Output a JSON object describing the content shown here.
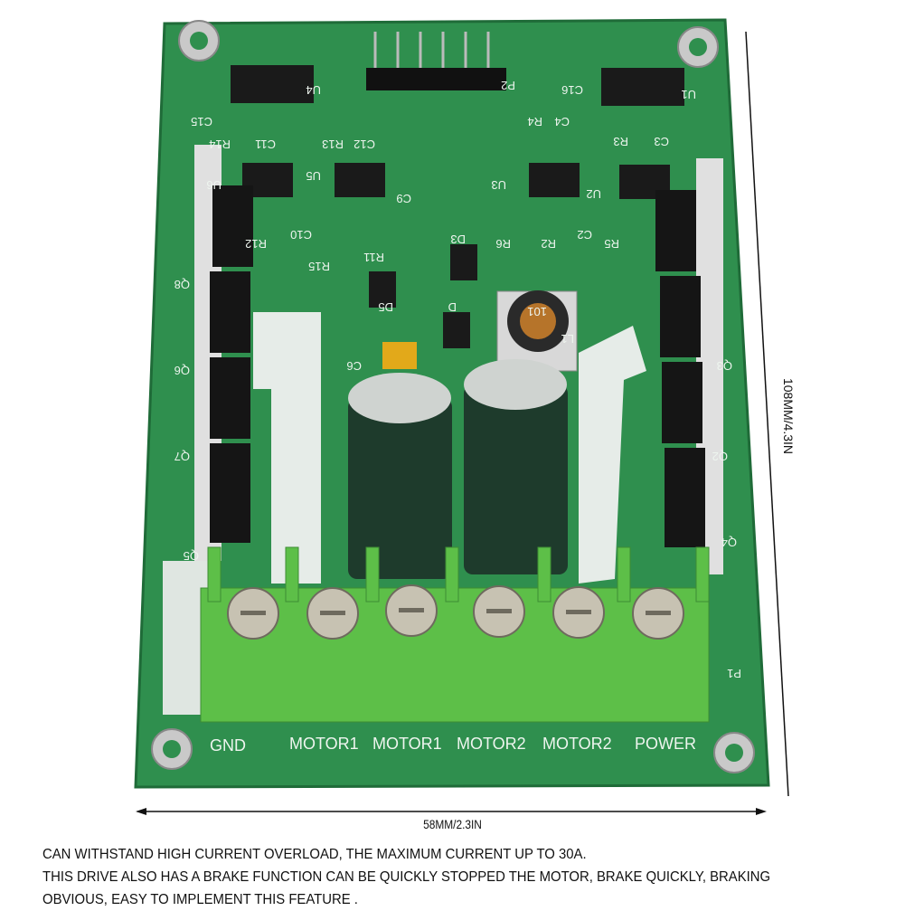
{
  "board": {
    "colors": {
      "pcb": "#2f8f4e",
      "terminal": "#5dbf48",
      "capacitor": "#1e3b2c",
      "mosfet": "#151515",
      "silk": "#e8f2ea"
    },
    "terminal_labels": [
      "GND",
      "MOTOR1",
      "MOTOR1",
      "MOTOR2",
      "MOTOR2",
      "POWER"
    ],
    "component_labels": [
      "U4",
      "U1",
      "P2",
      "C15",
      "C16",
      "R14",
      "C11",
      "R13",
      "C12",
      "R4",
      "C4",
      "R3",
      "C3",
      "U6",
      "U5",
      "C9",
      "U3",
      "U2",
      "C10",
      "R12",
      "R15",
      "R11",
      "R6",
      "R2",
      "C2",
      "R5",
      "D3",
      "D5",
      "D",
      "L1",
      "101",
      "Q8",
      "Q6",
      "Q7",
      "Q5",
      "Q3",
      "Q2",
      "Q4",
      "C6",
      "P1"
    ]
  },
  "dimensions": {
    "width": "58MM/2.3IN",
    "height": "108MM/4.3IN"
  },
  "description": [
    "CAN WITHSTAND HIGH CURRENT OVERLOAD, THE MAXIMUM CURRENT UP TO 30A.",
    "THIS DRIVE ALSO HAS A BRAKE FUNCTION CAN BE QUICKLY STOPPED THE MOTOR, BRAKE QUICKLY, BRAKING",
    "OBVIOUS, EASY TO IMPLEMENT THIS FEATURE ."
  ]
}
